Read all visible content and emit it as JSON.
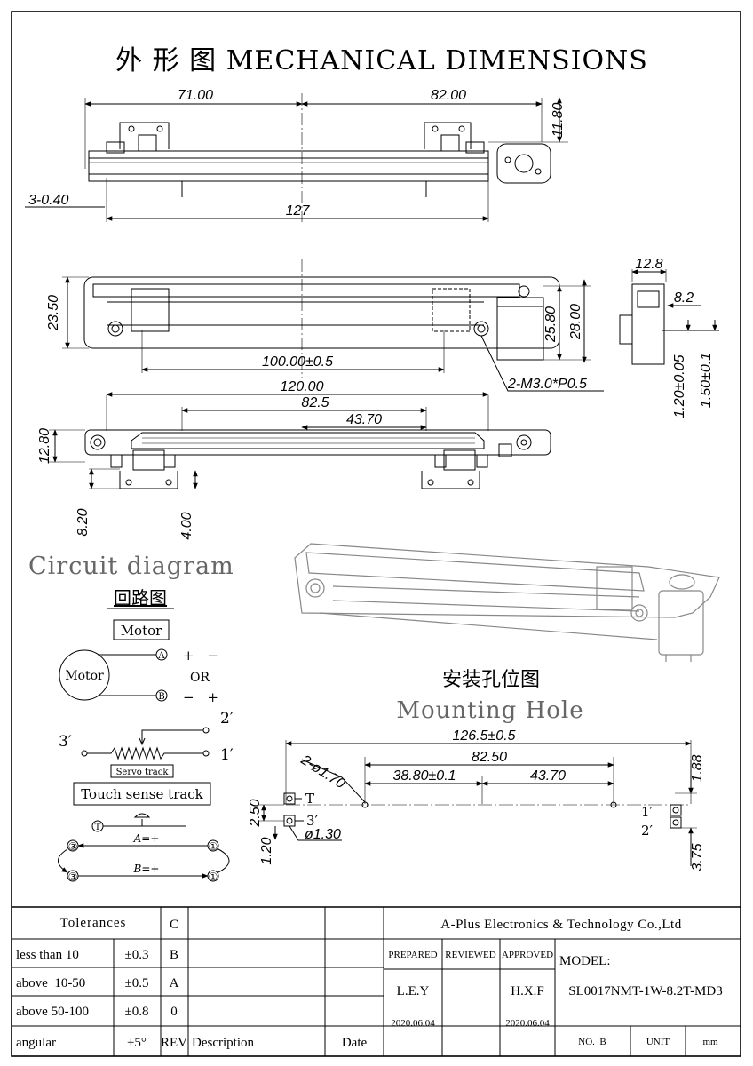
{
  "title": "外 形 图  MECHANICAL DIMENSIONS",
  "dims": {
    "d71": "71.00",
    "d82": "82.00",
    "d1180": "11.80",
    "d340": "3-0.40",
    "d127": "127",
    "d2350": "23.50",
    "d100": "100.00±0.5",
    "d2580": "25.80",
    "d2800": "28.00",
    "m3": "2-M3.0*P0.5",
    "d128a": "12.8",
    "d82b": "8.2",
    "d120s": "1.20±0.05",
    "d150s": "1.50±0.1",
    "d120": "120.00",
    "d825": "82.5",
    "d437": "43.70",
    "d1280": "12.80",
    "d820": "8.20",
    "d400": "4.00"
  },
  "circuit": {
    "title": "Circuit diagram",
    "title_cn": "回路图",
    "motor_box": "Motor",
    "motor": "Motor",
    "A": "A",
    "B": "B",
    "plus_minus": "+ −",
    "or": "OR",
    "minus_plus": "− +",
    "p2": "2′",
    "p3": "3′",
    "p1": "1′",
    "servo": "Servo track",
    "touch": "Touch sense track",
    "T": "T",
    "n3a": "③",
    "n1a": "①",
    "aeq": "A=+",
    "n3b": "③",
    "n1b": "①",
    "beq": "B=+"
  },
  "mounting": {
    "title_cn": "安装孔位图",
    "title": "Mounting Hole",
    "d1265": "126.5±0.5",
    "d8250": "82.50",
    "d3880": "38.80±0.1",
    "d4370": "43.70",
    "d188": "1.88",
    "phi170": "2-ø1.70",
    "T": "T",
    "p3": "3′",
    "p1": "1′",
    "p2": "2′",
    "d250": "2.50",
    "phi130": "ø1.30",
    "d120": "1.20",
    "d375": "3.75"
  },
  "table": {
    "tolerances": "Tolerances",
    "lt10": "less than 10",
    "lt10v": "±0.3",
    "a1050": "above  10-50",
    "a1050v": "±0.5",
    "a50100": "above 50-100",
    "a50100v": "±0.8",
    "angular": "angular",
    "angularv": "±5°",
    "revC": "C",
    "revB": "B",
    "revA": "A",
    "rev0": "0",
    "rev": "REV",
    "description": "Description",
    "date": "Date",
    "company": "A-Plus Electronics & Technology Co.,Ltd",
    "prepared": "PREPARED",
    "reviewed": "REVIEWED",
    "approved": "APPROVED",
    "prep_name": "L.E.Y",
    "prep_date": "2020.06.04",
    "appr_name": "H.X.F",
    "appr_date": "2020.06.04",
    "model_label": "MODEL:",
    "model": "SL0017NMT-1W-8.2T-MD3",
    "no": "NO.  B",
    "unit": "UNIT",
    "mm": "mm"
  }
}
